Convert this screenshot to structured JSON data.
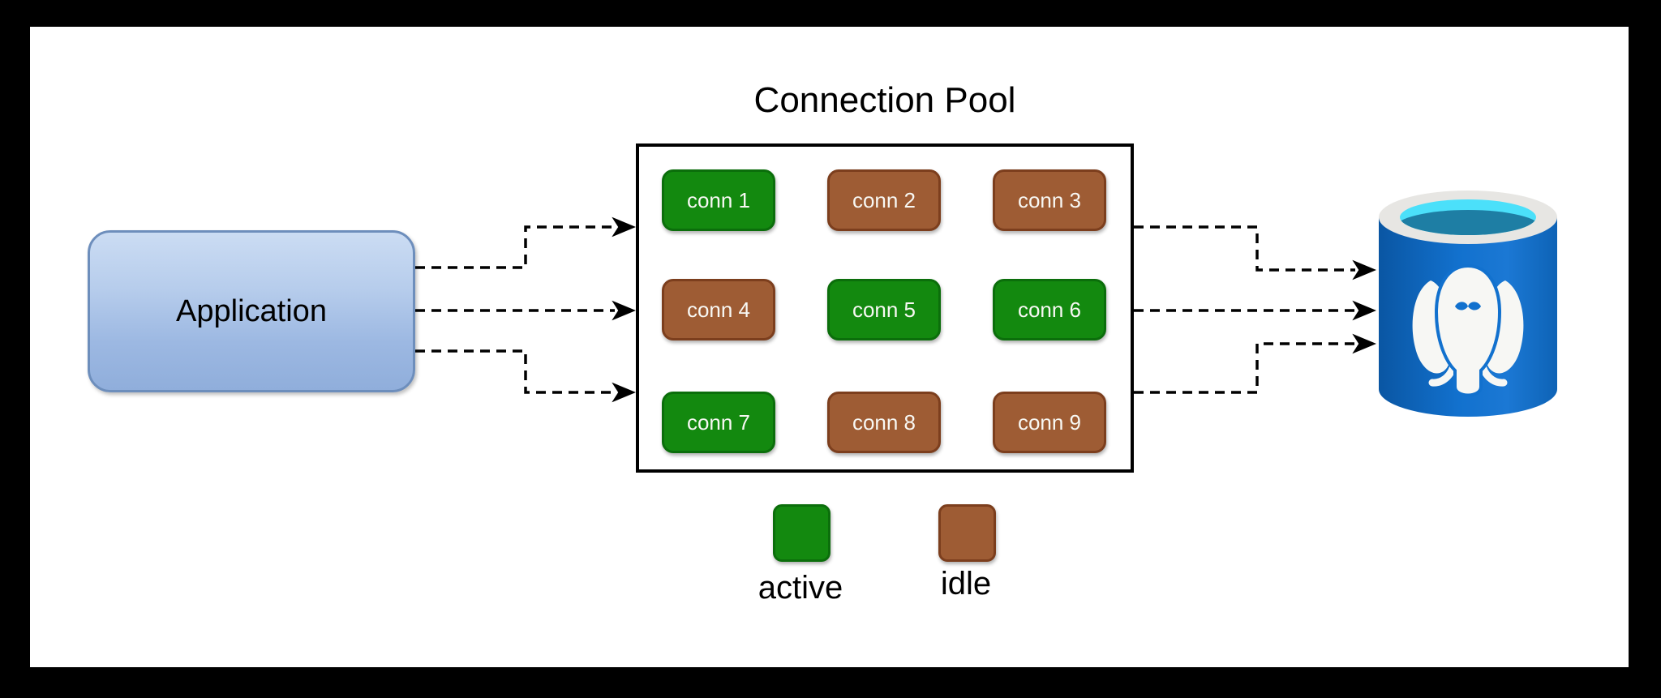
{
  "diagram": {
    "title": "Connection Pool",
    "application": {
      "label": "Application"
    },
    "pool": {
      "connections": [
        {
          "label": "conn 1",
          "state": "active"
        },
        {
          "label": "conn 2",
          "state": "idle"
        },
        {
          "label": "conn 3",
          "state": "idle"
        },
        {
          "label": "conn 4",
          "state": "idle"
        },
        {
          "label": "conn 5",
          "state": "active"
        },
        {
          "label": "conn 6",
          "state": "active"
        },
        {
          "label": "conn 7",
          "state": "active"
        },
        {
          "label": "conn 8",
          "state": "idle"
        },
        {
          "label": "conn 9",
          "state": "idle"
        }
      ]
    },
    "database": {
      "icon": "postgresql-database-icon"
    },
    "legend": [
      {
        "label": "active",
        "state": "active",
        "color": "#13890f"
      },
      {
        "label": "idle",
        "state": "idle",
        "color": "#9e5c34"
      }
    ],
    "colors": {
      "active_fill": "#13890f",
      "active_border": "#0b6e0b",
      "idle_fill": "#9e5c34",
      "idle_border": "#7c3e1d",
      "app_fill_top": "#cbdcf3",
      "app_fill_bottom": "#90aedb",
      "app_border": "#6d8ebc",
      "db_body_blue": "#1270cd",
      "db_rim_gray": "#e7e6e3",
      "db_water_light": "#4be0fa",
      "db_water_dark": "#1e7ea4",
      "arrow": "#000000"
    }
  }
}
